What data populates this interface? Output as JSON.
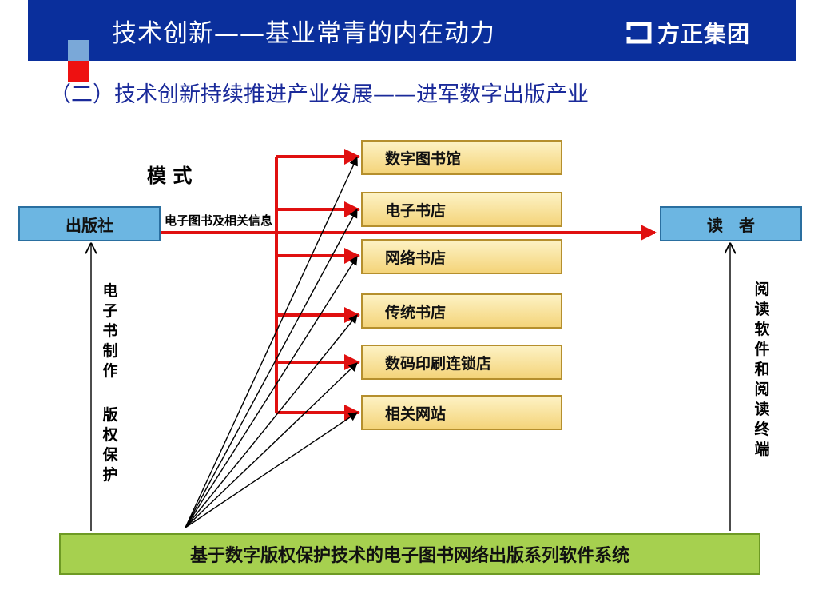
{
  "header": {
    "title": "技术创新——基业常青的内在动力",
    "logo_text": "方正集团"
  },
  "subtitle": "（二）技术创新持续推进产业发展——进军数字出版产业",
  "diagram": {
    "mode_label": "模 式",
    "publisher": "出版社",
    "reader": "读　者",
    "flow_label": "电子图书及相关信息",
    "channels": [
      "数字图书馆",
      "电子书店",
      "网络书店",
      "传统书店",
      "数码印刷连锁店",
      "相关网站"
    ],
    "left_vertical": "电子书制作",
    "left_vertical2": "版权保护",
    "right_vertical": "阅读软件和阅读终端",
    "platform": "基于数字版权保护技术的电子图书网络出版系列软件系统"
  },
  "colors": {
    "header_bg": "#0a2f9c",
    "arrow_red": "#e01010",
    "box_blue": "#6cb6e2",
    "box_yellow": "#f4d47a",
    "box_green": "#a6d04f"
  }
}
